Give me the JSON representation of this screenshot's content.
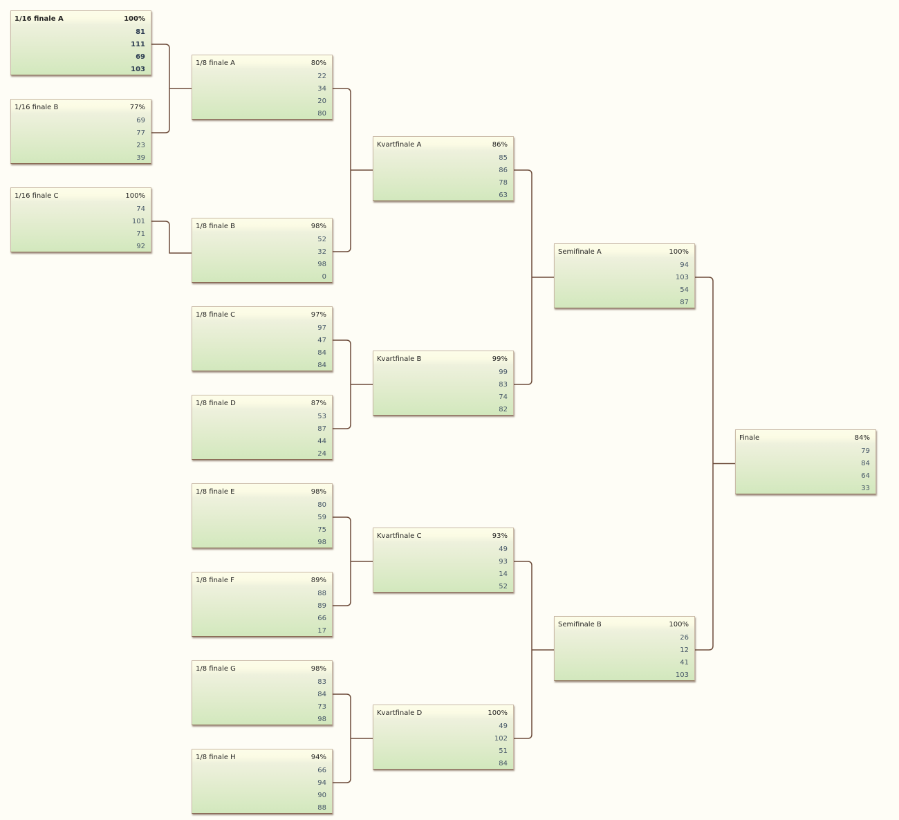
{
  "colors": {
    "background": "#fefdf6",
    "connector": "#6b4a38"
  },
  "rounds": [
    {
      "name": "round-of-32",
      "matches": [
        {
          "title": "1/16 finale A",
          "percent": "100%",
          "scores": [
            "81",
            "111",
            "69",
            "103"
          ],
          "bold": true
        },
        {
          "title": "1/16 finale B",
          "percent": "77%",
          "scores": [
            "69",
            "77",
            "23",
            "39"
          ]
        },
        {
          "title": "1/16 finale C",
          "percent": "100%",
          "scores": [
            "74",
            "101",
            "71",
            "92"
          ]
        }
      ]
    },
    {
      "name": "round-of-16",
      "matches": [
        {
          "title": "1/8 finale A",
          "percent": "80%",
          "scores": [
            "22",
            "34",
            "20",
            "80"
          ]
        },
        {
          "title": "1/8 finale B",
          "percent": "98%",
          "scores": [
            "52",
            "32",
            "98",
            "0"
          ]
        },
        {
          "title": "1/8 finale C",
          "percent": "97%",
          "scores": [
            "97",
            "47",
            "84",
            "84"
          ]
        },
        {
          "title": "1/8 finale D",
          "percent": "87%",
          "scores": [
            "53",
            "87",
            "44",
            "24"
          ]
        },
        {
          "title": "1/8 finale E",
          "percent": "98%",
          "scores": [
            "80",
            "59",
            "75",
            "98"
          ]
        },
        {
          "title": "1/8 finale F",
          "percent": "89%",
          "scores": [
            "88",
            "89",
            "66",
            "17"
          ]
        },
        {
          "title": "1/8 finale G",
          "percent": "98%",
          "scores": [
            "83",
            "84",
            "73",
            "98"
          ]
        },
        {
          "title": "1/8 finale H",
          "percent": "94%",
          "scores": [
            "66",
            "94",
            "90",
            "88"
          ]
        }
      ]
    },
    {
      "name": "quarterfinals",
      "matches": [
        {
          "title": "Kvartfinale A",
          "percent": "86%",
          "scores": [
            "85",
            "86",
            "78",
            "63"
          ]
        },
        {
          "title": "Kvartfinale B",
          "percent": "99%",
          "scores": [
            "99",
            "83",
            "74",
            "82"
          ]
        },
        {
          "title": "Kvartfinale C",
          "percent": "93%",
          "scores": [
            "49",
            "93",
            "14",
            "52"
          ]
        },
        {
          "title": "Kvartfinale D",
          "percent": "100%",
          "scores": [
            "49",
            "102",
            "51",
            "84"
          ]
        }
      ]
    },
    {
      "name": "semifinals",
      "matches": [
        {
          "title": "Semifinale A",
          "percent": "100%",
          "scores": [
            "94",
            "103",
            "54",
            "87"
          ]
        },
        {
          "title": "Semifinale B",
          "percent": "100%",
          "scores": [
            "26",
            "12",
            "41",
            "103"
          ]
        }
      ]
    },
    {
      "name": "final",
      "matches": [
        {
          "title": "Finale",
          "percent": "84%",
          "scores": [
            "79",
            "84",
            "64",
            "33"
          ]
        }
      ]
    }
  ]
}
